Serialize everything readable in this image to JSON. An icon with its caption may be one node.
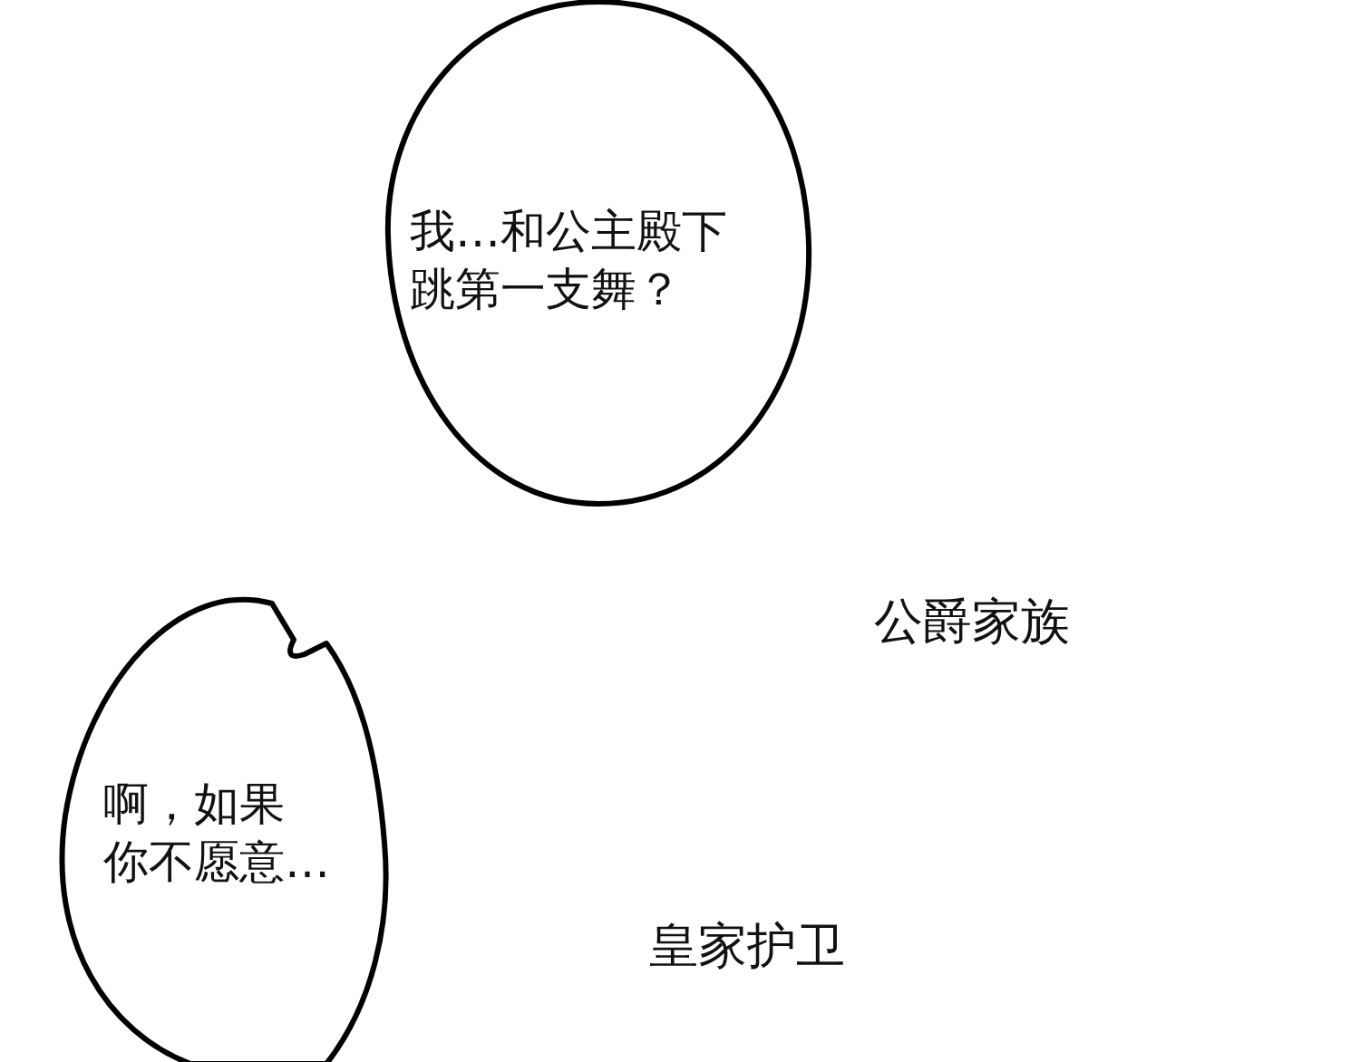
{
  "diagram": {
    "nodes": [
      {
        "text": [
          "我…和公主殿下跳第一支舞？"
        ]
      },
      {
        "text": [
          "啊，如果你不愿意…"
        ]
      }
    ],
    "labels": [
      "公爵家族",
      "皇家护卫"
    ]
  }
}
